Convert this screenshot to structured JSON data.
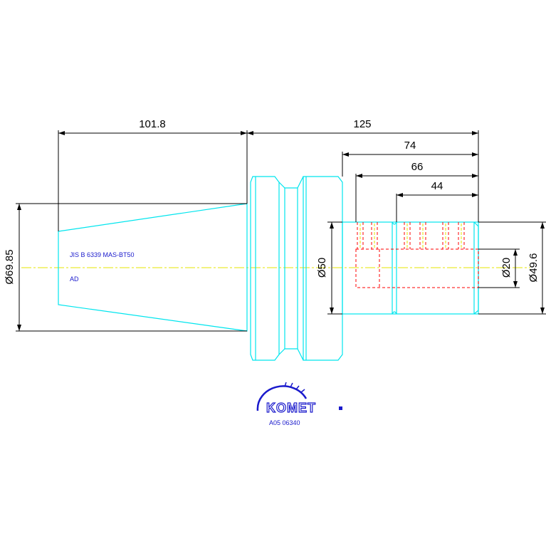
{
  "colors": {
    "outline": "#00e5ee",
    "dimension": "#000000",
    "centerline": "#e6e600",
    "hidden": "#ff0000",
    "brand": "#1a1acc"
  },
  "dimensions": {
    "taper_length": "101.8",
    "shank_length": "125",
    "len_74": "74",
    "len_66": "66",
    "len_44": "44",
    "dia_taper": "Ø69.85",
    "dia_body": "Ø50",
    "dia_bore": "Ø20",
    "dia_outer": "Ø49.6"
  },
  "notes": {
    "standard": "JIS B 6339 MAS-BT50",
    "type": "AD"
  },
  "brand": {
    "name": "KOMET",
    "part_number": "A05 06340"
  }
}
